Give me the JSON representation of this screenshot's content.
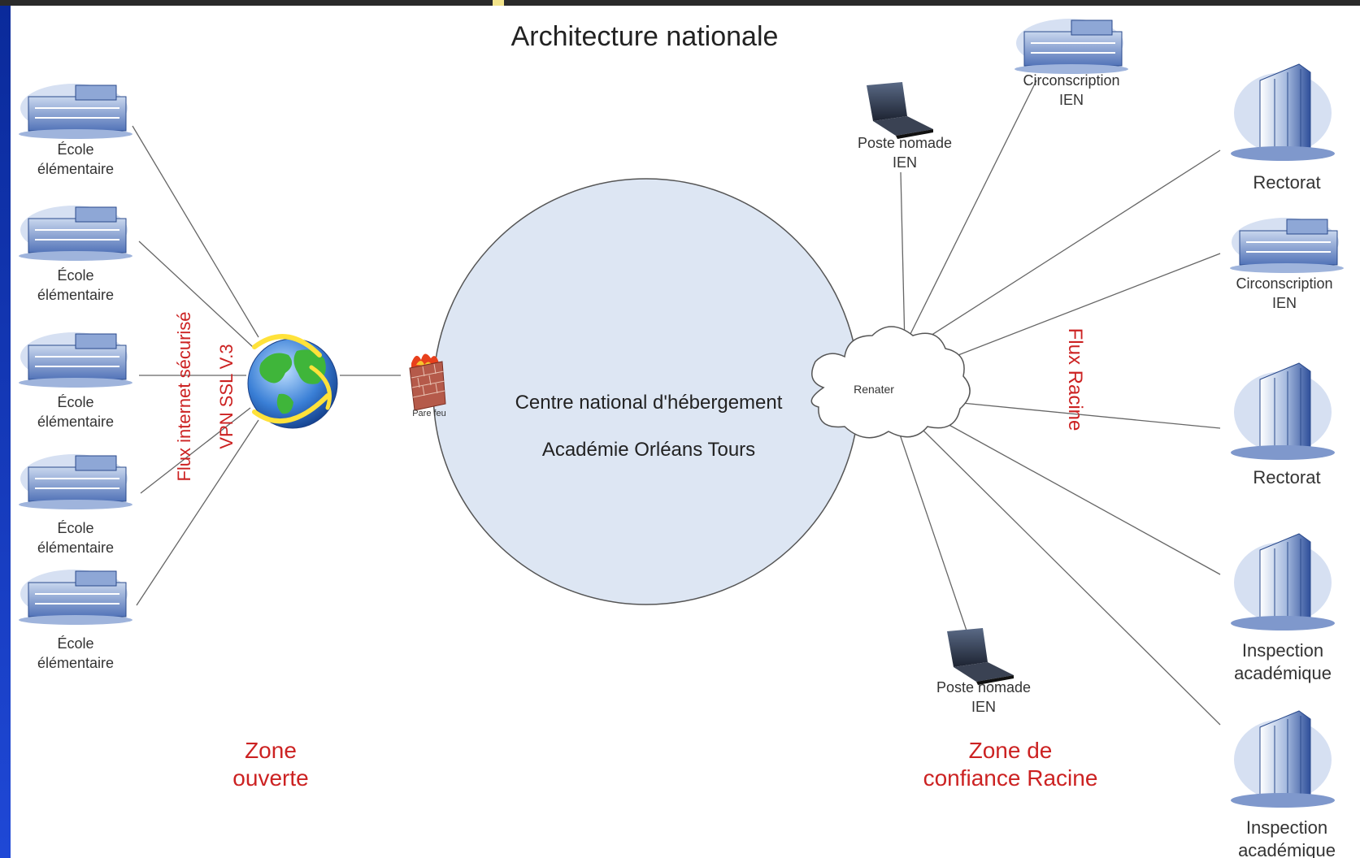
{
  "title": "Architecture nationale",
  "center": {
    "line1": "Centre national d'hébergement",
    "line2": "Académie Orléans Tours"
  },
  "firewall_label": "Pare feu",
  "cloud_label": "Renater",
  "left_flow": {
    "line1": "Flux internet sécurisé",
    "line2": "VPN SSL V.3"
  },
  "right_flow": "Flux Racine",
  "schools": [
    "École\nélémentaire",
    "École\nélémentaire",
    "École\nélémentaire",
    "École\nélémentaire",
    "École\nélémentaire"
  ],
  "top_nodes": {
    "nomade_top": "Poste nomade\nIEN",
    "circ_top": "Circonscription\nIEN",
    "nomade_bottom": "Poste nomade\nIEN"
  },
  "right_nodes": {
    "rectorat_1": "Rectorat",
    "circ_right": "Circonscription\nIEN",
    "rectorat_2": "Rectorat",
    "inspection_1": "Inspection\nacadémique",
    "inspection_2": "Inspection\nacadémique"
  },
  "zones": {
    "open": "Zone\nouverte",
    "trust": "Zone de\nconfiance Racine"
  },
  "colors": {
    "frame": "#1a3bb5",
    "circle_fill": "#dde6f3",
    "red_text": "#cc2222"
  }
}
